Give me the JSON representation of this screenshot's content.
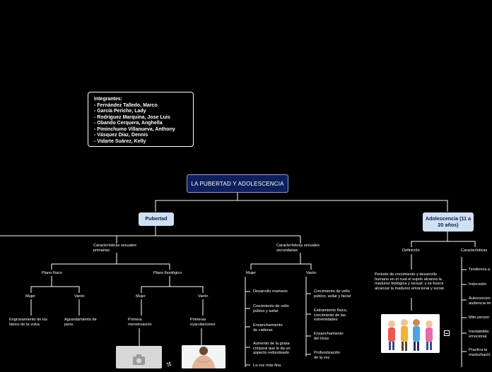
{
  "team": {
    "title": "Integrantes:",
    "members": [
      "- Fernández Talledo, Marco",
      "- García Periche, Lady",
      "- Rodríguez Marquina, Jose Luis",
      "- Obando Cerquera, Anghella",
      "- Piminchumo Villanueva, Anthony",
      "- Vásquez Díaz, Dennis",
      "- Vidarte Suárez, Kelly"
    ]
  },
  "root": "LA PUBERTAD Y ADOLESCENCIA",
  "pubertad": {
    "title": "Pubertad",
    "primarias": "Características sexuales primarias",
    "secundarias": "Características sexuales secundarias",
    "plano_fisico": "Plano físico",
    "plano_fisiologico": "Plano fisiológico",
    "mujer": "Mujer",
    "varon": "Varón",
    "fisico_mujer": "Engrosamiento de los labios de la vulva",
    "fisico_varon": "Agrandamiento de pene",
    "fisiologico_mujer": "Primera menstruación",
    "fisiologico_varon": "Primeras eyaculaciones",
    "sec_mujer": [
      "Desarrollo mamario",
      "Crecimiento de vello púbico y axilar",
      "Ensanchamiento de caderas",
      "Aumento de la grasa corporal que le da un aspecto redondeado",
      "La voz más fina"
    ],
    "sec_varon": [
      "Crecimiento de vello púbico, axilar y facial",
      "Estiramiento físico, crecimiento de las extremidades",
      "Ensanchamiento del tórax",
      "Profundización de la voz"
    ]
  },
  "adolescencia": {
    "title": "Adolescencia (11 a 20 años)",
    "definicion_label": "Definición",
    "definicion": "Período de crecimiento y desarrollo humano en el cual el sujeto alcanza la madurez biológica y sexual; y se busca alcanzar la madurez emocional y social.",
    "caracteristicas_label": "Características",
    "caracteristicas": [
      "Tendencia a",
      "Indecisión",
      "Autoconcien audiencia im",
      "Mito person",
      "Inestabilida emocional",
      "Practica la masturbació"
    ]
  },
  "colors": {
    "root_bg": "#0d1f5c",
    "main_bg": "#cfe0f5",
    "background": "#000000"
  }
}
